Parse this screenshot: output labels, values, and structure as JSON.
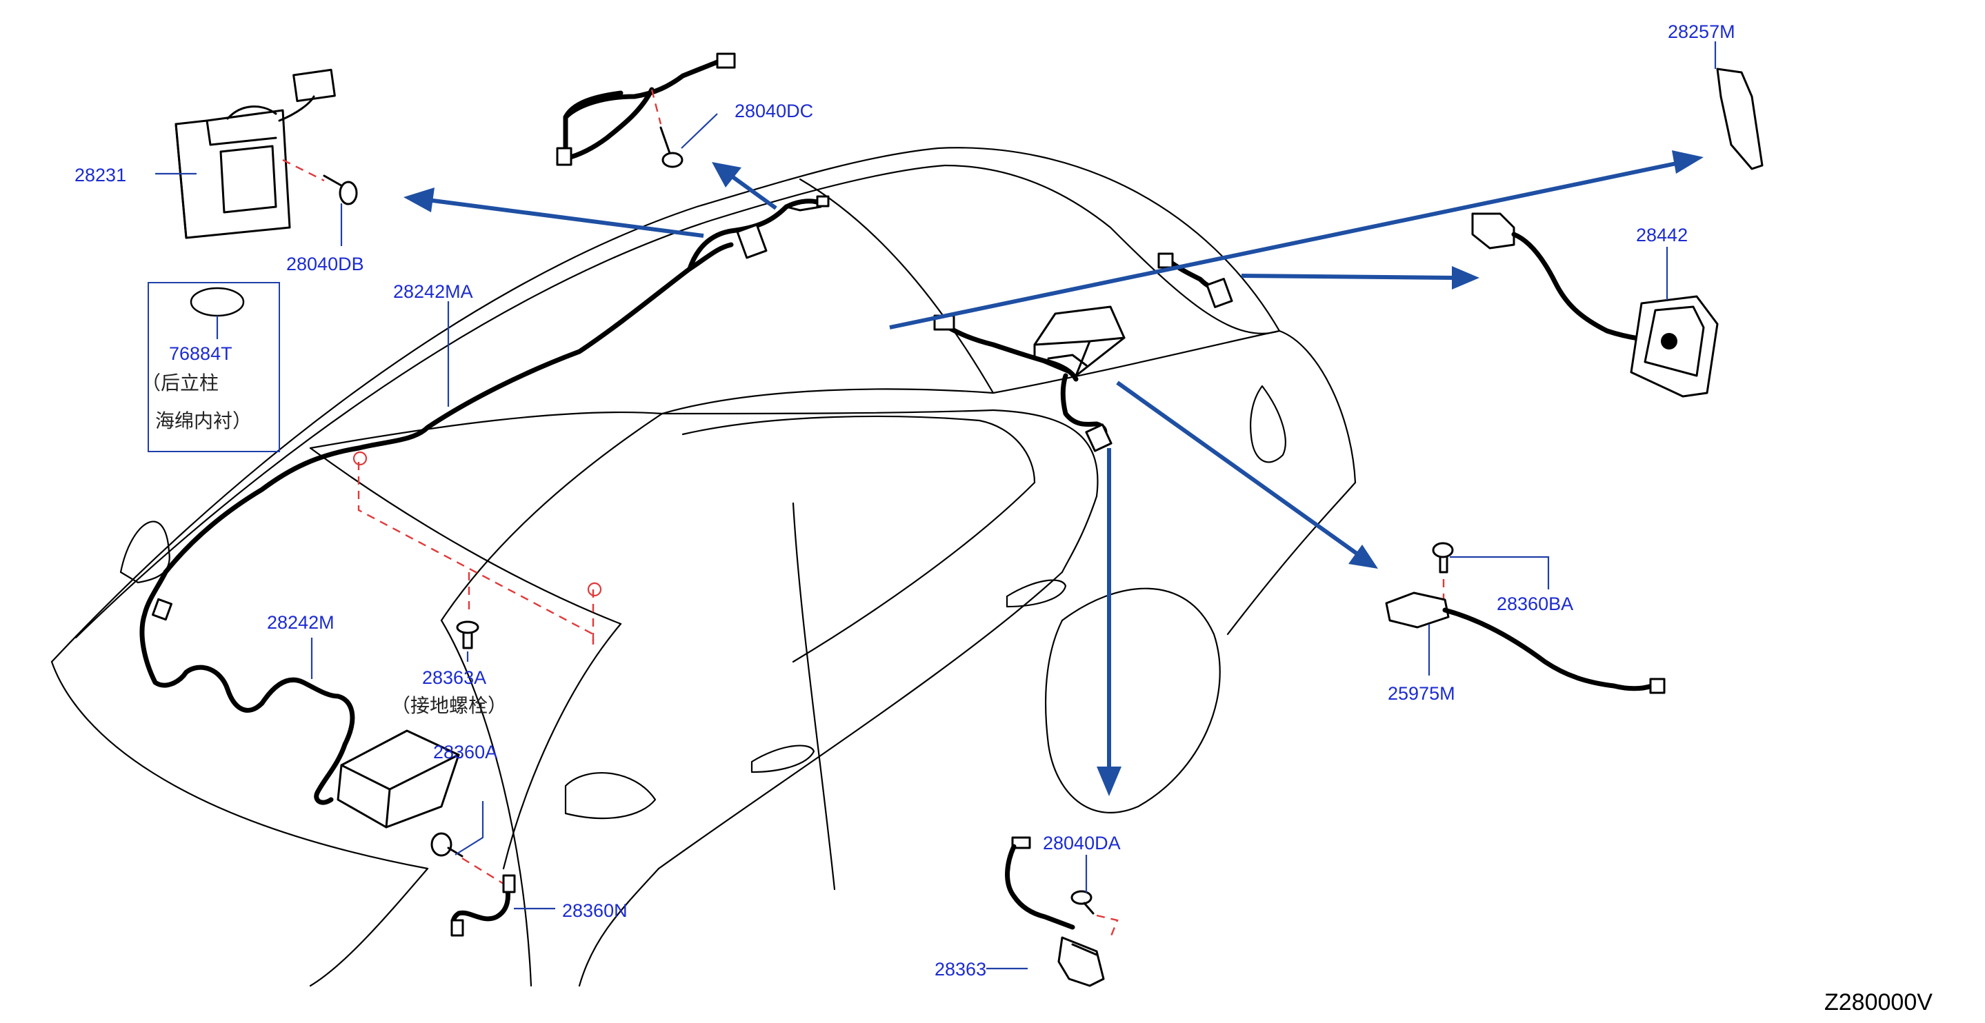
{
  "diagram_code": "Z280000V",
  "labels": {
    "p28231": "28231",
    "p28040DB": "28040DB",
    "p28040DC": "28040DC",
    "p28242MA": "28242MA",
    "p76884T": "76884T",
    "p28242M": "28242M",
    "p28363A": "28363A",
    "p28360A": "28360A",
    "p28360N": "28360N",
    "p28040DA": "28040DA",
    "p28363": "28363",
    "p28257M": "28257M",
    "p28442": "28442",
    "p28360BA": "28360BA",
    "p25975M": "25975M"
  },
  "notes": {
    "pillar_line1": "（后立柱",
    "pillar_line2": "海绵内衬）",
    "ground_bolt": "（接地螺栓）"
  },
  "colors": {
    "label_text": "#1b2bd1",
    "arrow": "#1e4fa3",
    "dashed_guide": "#e0393a",
    "line_art": "#000000"
  }
}
